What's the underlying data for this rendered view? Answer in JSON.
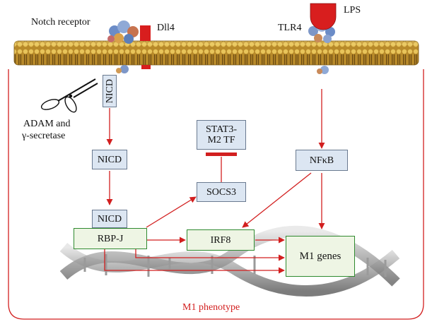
{
  "labels": {
    "notch_receptor": "Notch receptor",
    "dll4": "Dll4",
    "lps": "LPS",
    "tlr4": "TLR4",
    "adam_line1": "ADAM and",
    "adam_line2": "γ-secretase",
    "m1_phenotype": "M1 phenotype"
  },
  "nodes": {
    "nicd_membrane": "NICD",
    "nicd_mid": "NICD",
    "nicd_lower": "NICD",
    "rbpj": "RBP-J",
    "stat3_line1": "STAT3-",
    "stat3_line2": "M2 TF",
    "socs3": "SOCS3",
    "nfkb": "NFκB",
    "irf8": "IRF8",
    "m1_genes": "M1 genes"
  },
  "colors": {
    "arrow": "#d21f1f",
    "cell_border": "#d21f1f",
    "blue_box": "#dce6f2",
    "green_box_border": "#2f8a2f",
    "membrane": "#c9a23c"
  }
}
